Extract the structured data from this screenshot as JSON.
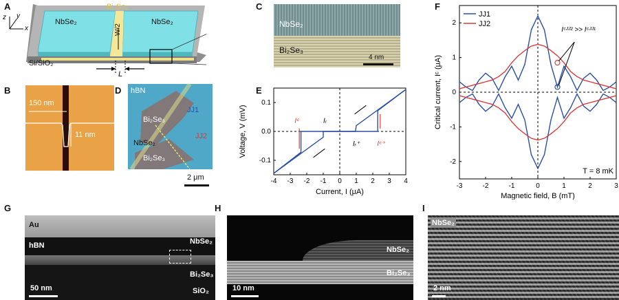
{
  "panels": {
    "A": {
      "letter": "A",
      "top_label": "Bi₂Se₃",
      "left_label": "NbSe₂",
      "right_label": "NbSe₂",
      "width_label": "W/2",
      "substrate_label": "Si/SiO₂",
      "length_label": "L",
      "axes": [
        "z",
        "y",
        "x"
      ]
    },
    "B": {
      "letter": "B",
      "label_top": "150 nm",
      "label_depth": "11 nm"
    },
    "C": {
      "letter": "C",
      "upper": "NbSe₂",
      "lower": "Bi₂Se₃",
      "scale": "4 nm"
    },
    "D": {
      "letter": "D",
      "hbn": "hBN",
      "jj1": "JJ1",
      "jj2": "JJ2",
      "bise_top": "Bi₂Se₃",
      "nbse": "NbSe₂",
      "bise_bottom": "Bi₂Se₃",
      "scale": "2 μm"
    },
    "E": {
      "letter": "E",
      "ic_neg": "Iᶜ",
      "ir_neg": "Iᵣ",
      "ir_pos": "Iᵣ⁺",
      "ic_pos": "Iᶜ⁺"
    },
    "F": {
      "letter": "F",
      "annotation": "Iᶜᴶᴶ² >> Iᶜᴶᴶ¹",
      "temp": "T = 8 mK"
    },
    "G": {
      "letter": "G",
      "au": "Au",
      "hbn": "hBN",
      "nbse": "NbSe₂",
      "bise": "Bi₂Se₃",
      "scale": "50 nm",
      "sio2": "SiO₂"
    },
    "H": {
      "letter": "H",
      "nbse": "NbSe₂",
      "bise": "Bi₂Se₃",
      "scale": "10 nm"
    },
    "I": {
      "letter": "I",
      "nbse": "NbSe₂",
      "scale": "2 nm"
    }
  },
  "chart_data": [
    {
      "type": "line",
      "panel": "E",
      "xlabel": "Current, I (μA)",
      "ylabel": "Voltage, V (mV)",
      "xlim": [
        -4,
        4
      ],
      "ylim": [
        -0.15,
        0.15
      ],
      "xticks": [
        -4,
        -3,
        -2,
        -1,
        0,
        1,
        2,
        3,
        4
      ],
      "yticks": [
        -0.1,
        0.0,
        0.1
      ],
      "ytick_labels": [
        "-0.1",
        "0.0",
        "0.1"
      ],
      "series": [
        {
          "x": [
            -4.0,
            -2.35,
            -2.35,
            2.3,
            2.3,
            4.0
          ],
          "y": [
            -0.145,
            -0.072,
            0.0,
            0.0,
            0.072,
            0.145
          ]
        },
        {
          "x": [
            4.0,
            1.0,
            0.95,
            0.95,
            -1.0,
            -1.0,
            -4.0
          ],
          "y": [
            0.145,
            0.02,
            0.0,
            0.0,
            0.0,
            -0.02,
            -0.145
          ]
        }
      ]
    },
    {
      "type": "line",
      "panel": "F",
      "xlabel": "Magnetic field, B (mT)",
      "ylabel": "Critical current, Iᶜ (μA)",
      "xlim": [
        -3,
        3
      ],
      "ylim": [
        -2.5,
        2.5
      ],
      "xticks": [
        -3,
        -2,
        -1,
        0,
        1,
        2,
        3
      ],
      "yticks": [
        -2,
        -1,
        0,
        1,
        2
      ],
      "legend": "top-left",
      "series": [
        {
          "name": "JJ1",
          "color": "#2b4fa6",
          "x": [
            -3,
            -2.75,
            -2.5,
            -2.25,
            -2,
            -1.75,
            -1.5,
            -1.25,
            -1,
            -0.75,
            -0.5,
            -0.25,
            0,
            0.25,
            0.5,
            0.75,
            1,
            1.25,
            1.5,
            1.75,
            2,
            2.25,
            2.5,
            2.75,
            3
          ],
          "y": [
            0.3,
            0.15,
            0.05,
            0.35,
            0.55,
            0.4,
            0.05,
            0.45,
            0.75,
            0.35,
            0.8,
            1.8,
            2.2,
            1.8,
            0.8,
            0.15,
            0.75,
            0.45,
            0.05,
            0.4,
            0.55,
            0.35,
            0.05,
            0.15,
            0.3
          ]
        },
        {
          "name": "JJ2",
          "color": "#d93a3a",
          "x": [
            -3,
            -2.75,
            -2.5,
            -2.25,
            -2,
            -1.75,
            -1.5,
            -1.25,
            -1,
            -0.75,
            -0.5,
            -0.25,
            0,
            0.25,
            0.5,
            0.75,
            1,
            1.25,
            1.5,
            1.75,
            2,
            2.25,
            2.5,
            2.75,
            3
          ],
          "y": [
            0.1,
            0.15,
            0.2,
            0.25,
            0.3,
            0.35,
            0.45,
            0.6,
            0.85,
            1.05,
            1.2,
            1.33,
            1.38,
            1.33,
            1.2,
            1.05,
            0.85,
            0.6,
            0.45,
            0.35,
            0.3,
            0.25,
            0.2,
            0.15,
            0.1
          ]
        }
      ]
    }
  ]
}
